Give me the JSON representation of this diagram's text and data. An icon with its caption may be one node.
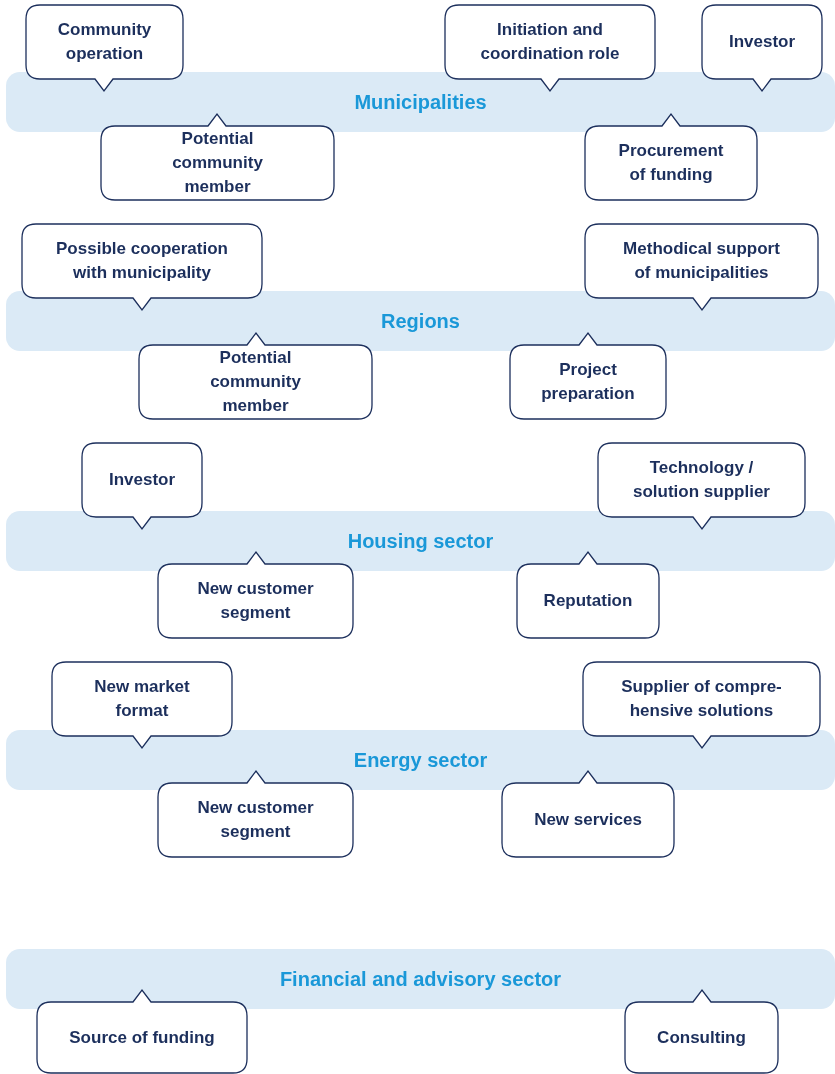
{
  "diagram": {
    "nodes": [
      {
        "text": [
          "Community operation"
        ]
      },
      {
        "text": [
          "Initiation and coordination role"
        ]
      },
      {
        "text": [
          "Investor"
        ]
      },
      {
        "text": [
          "Municipalities"
        ]
      },
      {
        "text": [
          "Potential community member"
        ]
      },
      {
        "text": [
          "Procurement of funding"
        ]
      },
      {
        "text": [
          "Possible cooperation with municipality"
        ]
      },
      {
        "text": [
          "Methodical support of municipalities"
        ]
      },
      {
        "text": [
          "Regions"
        ]
      },
      {
        "text": [
          "Potential community member"
        ]
      },
      {
        "text": [
          "Project preparation"
        ]
      },
      {
        "text": [
          "Investor"
        ]
      },
      {
        "text": [
          "Technology / solution supplier"
        ]
      },
      {
        "text": [
          "Housing sector"
        ]
      },
      {
        "text": [
          "New customer segment"
        ]
      },
      {
        "text": [
          "Reputation"
        ]
      },
      {
        "text": [
          "New market format"
        ]
      },
      {
        "text": [
          "Supplier of compre-hensive solutions"
        ]
      },
      {
        "text": [
          "Energy sector"
        ]
      },
      {
        "text": [
          "New customer segment"
        ]
      },
      {
        "text": [
          "New services"
        ]
      },
      {
        "text": [
          "Financial and advisory sector"
        ]
      },
      {
        "text": [
          "Source of funding"
        ]
      },
      {
        "text": [
          "Consulting"
        ]
      }
    ]
  }
}
